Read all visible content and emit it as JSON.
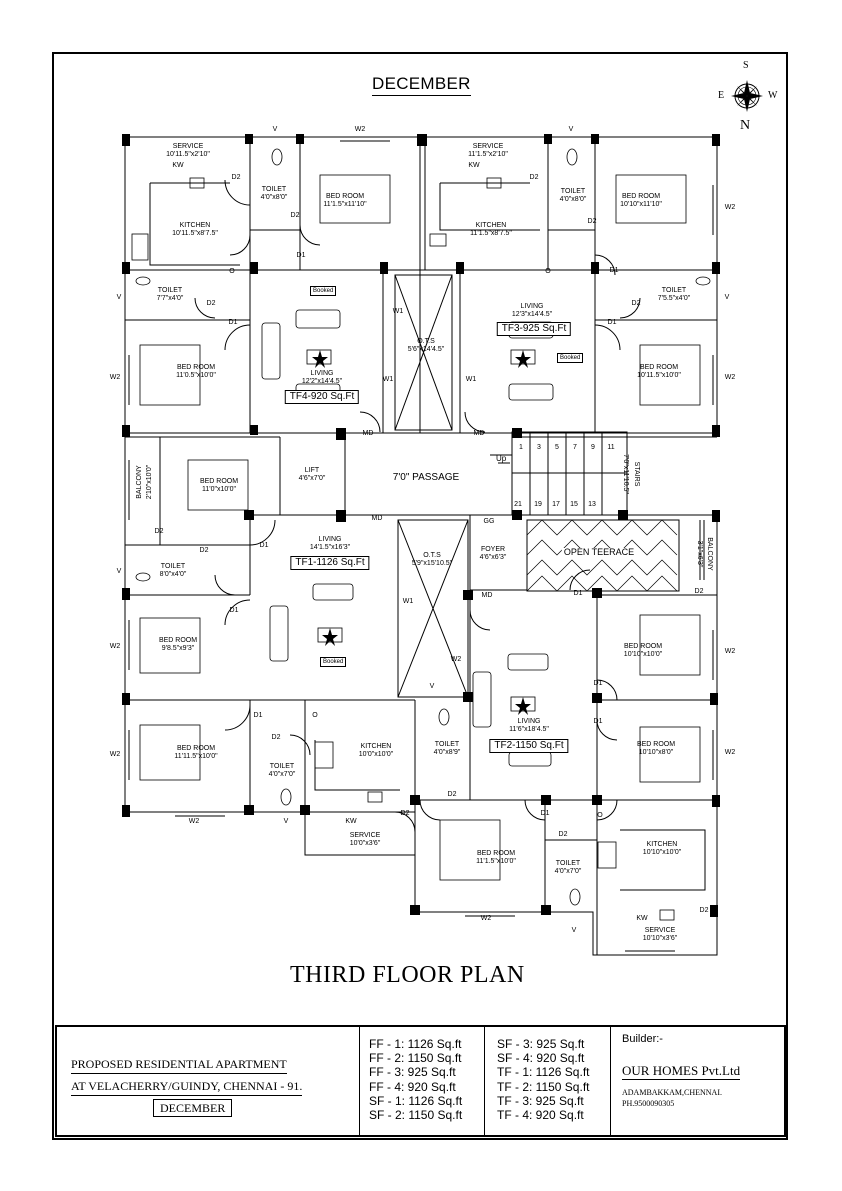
{
  "header": {
    "month": "DECEMBER"
  },
  "compass": {
    "n": "N",
    "s": "S",
    "e": "E",
    "w": "W"
  },
  "plan_title": "THIRD FLOOR PLAN",
  "units": {
    "tf1": "TF1-1126 Sq.Ft",
    "tf2": "TF2-1150 Sq.Ft",
    "tf3": "TF3-925 Sq.Ft",
    "tf4": "TF4-920 Sq.Ft",
    "booked": "Booked"
  },
  "rooms": {
    "service_a": "SERVICE",
    "service_a_dim": "10'11.5\"x2'10\"",
    "kitchen_a": "KITCHEN",
    "kitchen_a_dim": "10'11.5\"x8'7.5\"",
    "toilet_a": "TOILET",
    "toilet_a_dim": "4'0\"x8'0\"",
    "bed_a": "BED ROOM",
    "bed_a_dim": "11'1.5\"x11'10\"",
    "service_b": "SERVICE",
    "service_b_dim": "11'1.5\"x2'10\"",
    "kitchen_b": "KITCHEN",
    "kitchen_b_dim": "11'1.5\"x8'7.5\"",
    "toilet_b": "TOILET",
    "toilet_b_dim": "4'0\"x8'0\"",
    "bed_b": "BED ROOM",
    "bed_b_dim": "10'10\"x11'10\"",
    "toilet_c": "TOILET",
    "toilet_c_dim": "7'7\"x4'0\"",
    "toilet_d": "TOILET",
    "toilet_d_dim": "7'5.5\"x4'0\"",
    "bed_c": "BED ROOM",
    "bed_c_dim": "11'0.5\"x10'0\"",
    "living_tf4": "LIVING",
    "living_tf4_dim": "12'2\"x14'4.5\"",
    "ots_a": "O.T.S",
    "ots_a_dim": "5'6\"x14'4.5\"",
    "living_tf3": "LIVING",
    "living_tf3_dim": "12'3\"x14'4.5\"",
    "bed_d": "BED ROOM",
    "bed_d_dim": "10'11.5\"x10'0\"",
    "balcony_a": "BALCONY",
    "balcony_a_dim": "2'10\"x10'0\"",
    "bed_e": "BED ROOM",
    "bed_e_dim": "11'0\"x10'0\"",
    "lift": "LIFT",
    "lift_dim": "4'6\"x7'0\"",
    "passage": "7'0\" PASSAGE",
    "stairs": "STAIRS",
    "stairs_dim": "7'0\"x11'10.5\"",
    "up": "Up",
    "toilet_e": "TOILET",
    "toilet_e_dim": "8'0\"x4'0\"",
    "living_tf1": "LIVING",
    "living_tf1_dim": "14'1.5\"x16'3\"",
    "ots_b": "O.T.S",
    "ots_b_dim": "5'9\"x15'10.5\"",
    "foyer": "FOYER",
    "foyer_dim": "4'6\"x6'3\"",
    "open_terrace": "OPEN TEERACE",
    "balcony_b": "BALCONY",
    "balcony_b_dim": "3'1\"x6'3\"",
    "bed_f": "BED ROOM",
    "bed_f_dim": "9'8.5\"x9'3\"",
    "bed_g": "BED ROOM",
    "bed_g_dim": "10'10\"x10'0\"",
    "living_tf2": "LIVING",
    "living_tf2_dim": "11'6\"x18'4.5\"",
    "bed_h": "BED ROOM",
    "bed_h_dim": "11'11.5\"x10'0\"",
    "toilet_f": "TOILET",
    "toilet_f_dim": "4'0\"x7'0\"",
    "kitchen_c": "KITCHEN",
    "kitchen_c_dim": "10'0\"x10'0\"",
    "toilet_g": "TOILET",
    "toilet_g_dim": "4'0\"x8'9\"",
    "bed_i": "BED ROOM",
    "bed_i_dim": "10'10\"x8'0\"",
    "service_c": "SERVICE",
    "service_c_dim": "10'0\"x3'6\"",
    "bed_j": "BED ROOM",
    "bed_j_dim": "11'1.5\"x10'0\"",
    "toilet_h": "TOILET",
    "toilet_h_dim": "4'0\"x7'0\"",
    "kitchen_d": "KITCHEN",
    "kitchen_d_dim": "10'10\"x10'0\"",
    "service_d": "SERVICE",
    "service_d_dim": "10'10\"x3'6\""
  },
  "marks": {
    "kw": "KW",
    "v": "V",
    "w1": "W1",
    "w2": "W2",
    "d1": "D1",
    "d2": "D2",
    "o": "O",
    "md": "MD",
    "gg": "GG",
    "steps_top": [
      "1",
      "3",
      "5",
      "7",
      "9",
      "11"
    ],
    "steps_bottom": [
      "21",
      "19",
      "17",
      "15",
      "13"
    ]
  },
  "title_block": {
    "project_line1": "PROPOSED RESIDENTIAL APARTMENT",
    "project_line2": "AT VELACHERRY/GUINDY, CHENNAI - 91.",
    "month": "DECEMBER",
    "areas_col1": [
      "FF - 1: 1126 Sq.ft",
      "FF - 2: 1150 Sq.ft",
      "FF - 3: 925 Sq.ft",
      "FF - 4: 920 Sq.ft",
      "SF - 1: 1126 Sq.ft",
      "SF - 2: 1150 Sq.ft"
    ],
    "areas_col2": [
      "SF - 3: 925 Sq.ft",
      "SF - 4: 920 Sq.ft",
      "TF - 1: 1126 Sq.ft",
      "TF - 2: 1150 Sq.ft",
      "TF - 3: 925 Sq.ft",
      "TF - 4: 920 Sq.ft"
    ],
    "builder_label": "Builder:-",
    "builder_name": "OUR HOMES Pvt.Ltd",
    "builder_address": "ADAMBAKKAM,CHENNAI.",
    "builder_phone": "PH.9500090305"
  }
}
